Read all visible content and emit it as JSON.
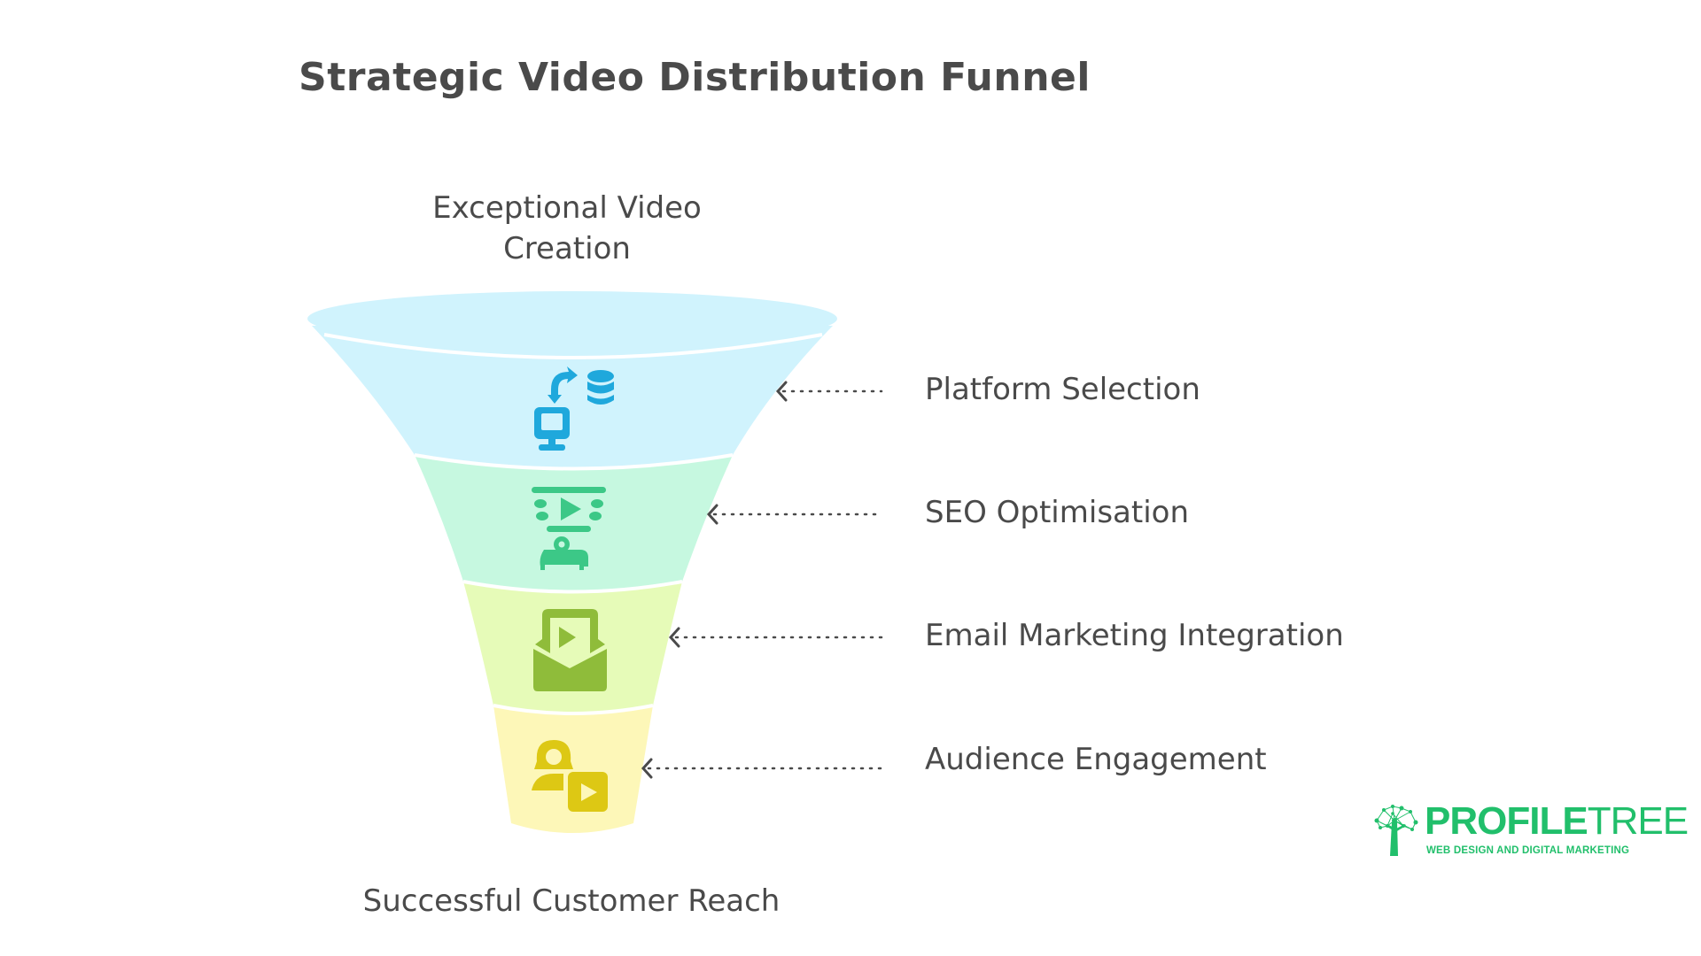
{
  "diagram": {
    "title": "Strategic Video Distribution Funnel",
    "top_label": "Exceptional Video Creation",
    "top_label_lines": [
      "Exceptional Video",
      "Creation"
    ],
    "bottom_label": "Successful Customer Reach",
    "stages": [
      {
        "label": "Platform Selection",
        "icon": "computer-database-sync-icon",
        "fill": "#d0f3fd",
        "icon_color": "#1fa8dc"
      },
      {
        "label": "SEO Optimisation",
        "icon": "video-projector-icon",
        "fill": "#c6f8e0",
        "icon_color": "#3cc887"
      },
      {
        "label": "Email Marketing Integration",
        "icon": "video-email-envelope-icon",
        "fill": "#e6fbb8",
        "icon_color": "#8fbc3a"
      },
      {
        "label": "Audience Engagement",
        "icon": "person-video-play-icon",
        "fill": "#fdf7b8",
        "icon_color": "#ddc814"
      }
    ],
    "arrow_color": "#4a4a4a"
  },
  "logo": {
    "brand_bold": "PROFILE",
    "brand_light": "TREE",
    "tagline": "WEB DESIGN AND DIGITAL MARKETING",
    "color": "#21bf6b",
    "icon": "network-tree-icon"
  }
}
